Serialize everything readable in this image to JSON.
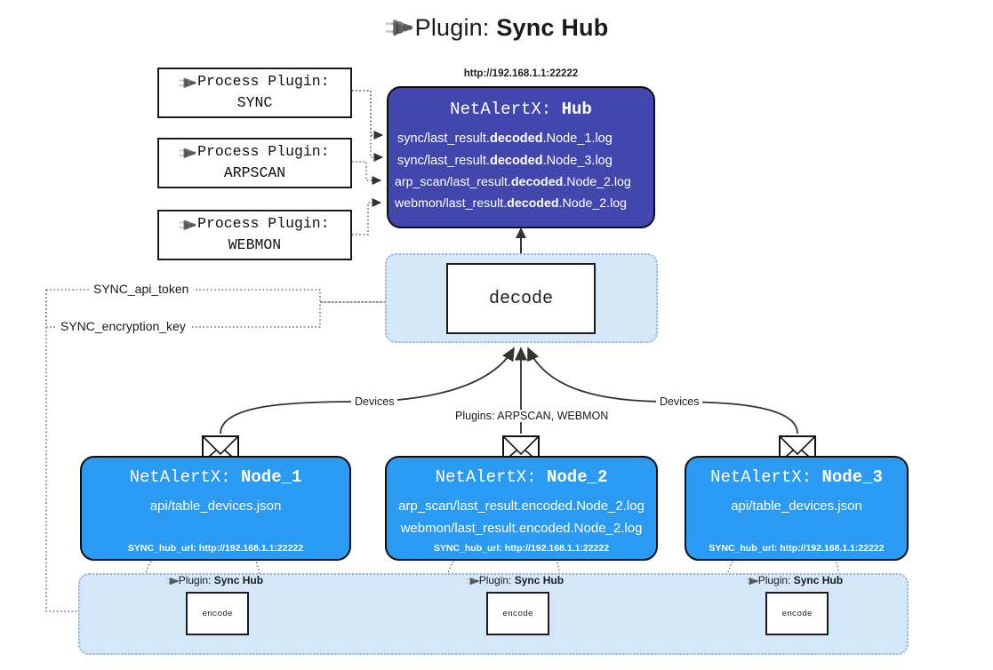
{
  "title": {
    "icon": "plug-icon",
    "prefix": "Plugin: ",
    "name": "Sync Hub"
  },
  "process_plugins": [
    {
      "label": "Process Plugin:",
      "name": "SYNC",
      "icon": "plug-icon"
    },
    {
      "label": "Process Plugin:",
      "name": "ARPSCAN",
      "icon": "plug-icon"
    },
    {
      "label": "Process Plugin:",
      "name": "WEBMON",
      "icon": "plug-icon"
    }
  ],
  "hub": {
    "url": "http://192.168.1.1:22222",
    "title_prefix": "NetAlertX: ",
    "title_name": "Hub",
    "logs": [
      {
        "pre": "sync/last_result.",
        "em": "decoded",
        "post": ".Node_1.log"
      },
      {
        "pre": "sync/last_result.",
        "em": "decoded",
        "post": ".Node_3.log"
      },
      {
        "pre": "arp_scan/last_result.",
        "em": "decoded",
        "post": ".Node_2.log"
      },
      {
        "pre": "webmon/last_result.",
        "em": "decoded",
        "post": ".Node_2.log"
      }
    ]
  },
  "decode": {
    "label": "decode"
  },
  "settings": {
    "api_token": "SYNC_api_token",
    "encryption_key": "SYNC_encryption_key"
  },
  "connectors": {
    "devices_left": "Devices",
    "devices_right": "Devices",
    "plugins_center": "Plugins: ARPSCAN, WEBMON"
  },
  "nodes": [
    {
      "title_prefix": "NetAlertX: ",
      "title_name": "Node_1",
      "lines": [
        "api/table_devices.json"
      ],
      "hub_url_label": "SYNC_hub_url: http://192.168.1.1:22222",
      "encode_label": "encode",
      "plugin_label_prefix": "Plugin: ",
      "plugin_label_name": "Sync Hub",
      "icon": "envelope-icon"
    },
    {
      "title_prefix": "NetAlertX: ",
      "title_name": "Node_2",
      "lines": [
        "arp_scan/last_result.encoded.Node_2.log",
        "webmon/last_result.encoded.Node_2.log"
      ],
      "hub_url_label": "SYNC_hub_url: http://192.168.1.1:22222",
      "encode_label": "encode",
      "plugin_label_prefix": "Plugin: ",
      "plugin_label_name": "Sync Hub",
      "icon": "envelope-icon"
    },
    {
      "title_prefix": "NetAlertX: ",
      "title_name": "Node_3",
      "lines": [
        "api/table_devices.json"
      ],
      "hub_url_label": "SYNC_hub_url: http://192.168.1.1:22222",
      "encode_label": "encode",
      "plugin_label_prefix": "Plugin: ",
      "plugin_label_name": "Sync Hub",
      "icon": "envelope-icon"
    }
  ],
  "colors": {
    "hub": "#4247ad",
    "node": "#2b9af3",
    "container": "#d4e8fa",
    "container_border": "#8fb6d8",
    "stroke": "#1b1b1b"
  }
}
